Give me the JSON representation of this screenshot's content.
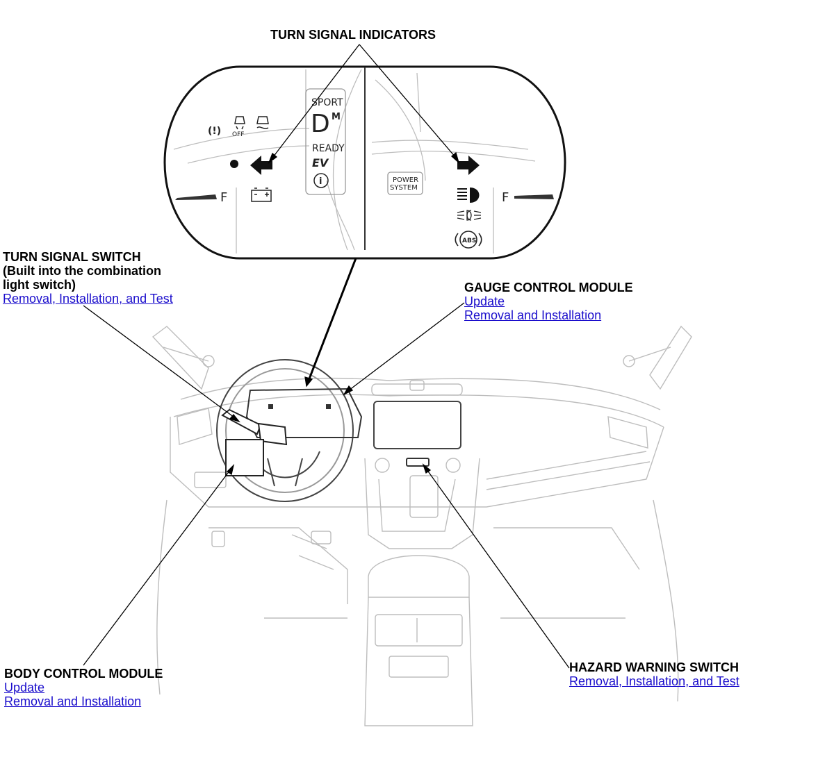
{
  "callouts": {
    "turn_signal_indicators": {
      "title": "TURN SIGNAL INDICATORS"
    },
    "turn_signal_switch": {
      "title_lines": [
        "TURN SIGNAL SWITCH",
        "(Built into the combination",
        "light switch)"
      ],
      "links": [
        "Removal, Installation, and Test"
      ]
    },
    "gauge_control_module": {
      "title": "GAUGE CONTROL MODULE",
      "links": [
        "Update",
        "Removal and Installation"
      ]
    },
    "body_control_module": {
      "title": "BODY CONTROL MODULE",
      "links": [
        "Update",
        "Removal and Installation"
      ]
    },
    "hazard_warning_switch": {
      "title": "HAZARD WARNING SWITCH",
      "links": [
        "Removal, Installation, and Test"
      ]
    }
  },
  "cluster": {
    "sport": "SPORT",
    "gear": "D",
    "gear_mode": "M",
    "ready": "READY",
    "ev": "EV",
    "info": "i",
    "fuel_left": "F",
    "fuel_right": "F",
    "power_system_line1": "POWER",
    "power_system_line2": "SYSTEM",
    "tire_pressure": "(!)",
    "traction_off": "OFF",
    "abs": "ABS"
  },
  "icons": [
    "left-turn-arrow-icon",
    "right-turn-arrow-icon",
    "battery-icon",
    "headlight-icon",
    "parking-light-icon",
    "abs-icon",
    "tire-pressure-icon",
    "traction-off-icon",
    "traction-icon",
    "info-icon"
  ],
  "colors": {
    "link": "#1a0dcc",
    "line": "#000000",
    "sketch": "#bdbdbd"
  }
}
